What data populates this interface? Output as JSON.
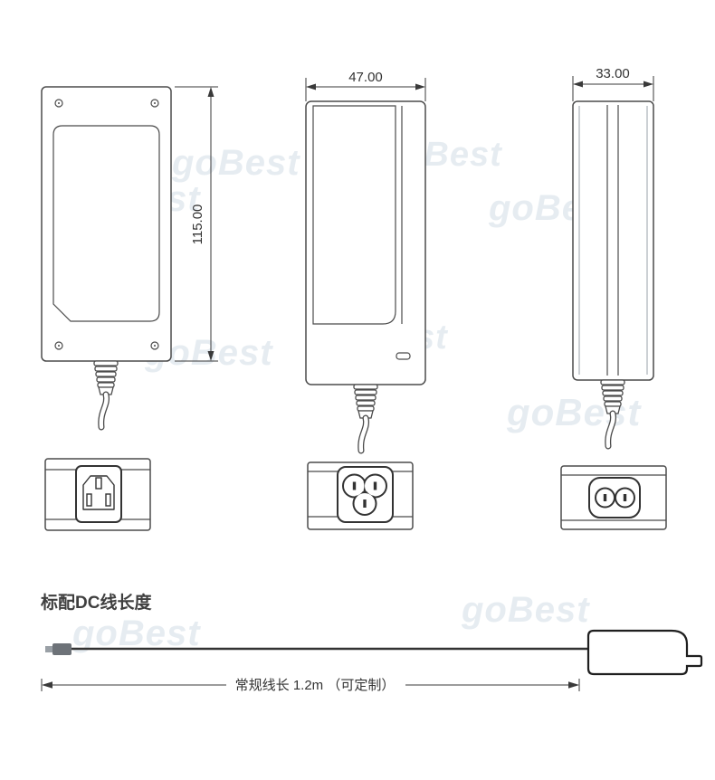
{
  "watermark": {
    "text": "goBest"
  },
  "views": {
    "front": {
      "dim_label": "115.00"
    },
    "side": {
      "dim_label": "47.00"
    },
    "edge": {
      "dim_label": "33.00"
    }
  },
  "cable_section": {
    "title": "标配DC线长度",
    "length_label": "常规线长 1.2m （可定制）"
  }
}
